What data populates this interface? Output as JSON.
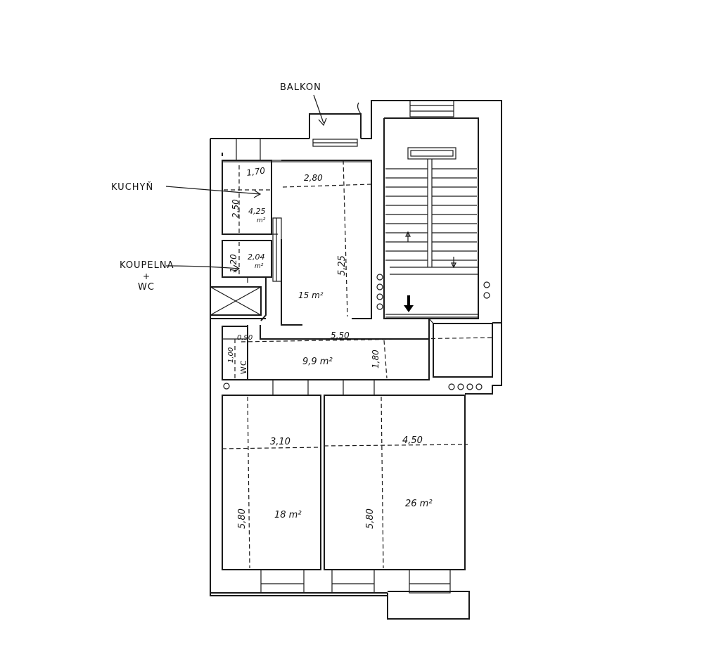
{
  "labels": {
    "balkon": "BALKON",
    "kuchyn": "KUCHYŇ",
    "koupelna": "KOUPELNA",
    "koupelna_plus": "+",
    "koupelna_wc": "WC",
    "wc_small": "WC"
  },
  "dimensions": {
    "kitchen_width": "1,70",
    "hall_top_width": "2,80",
    "kitchen_height": "2,50",
    "kitchen_area": "4,25",
    "kitchen_area_unit": "m²",
    "bath_height": "1,20",
    "bath_area": "2,04",
    "bath_area_unit": "m²",
    "big_room_height": "5,25",
    "big_room_area": "15 m²",
    "corridor_width": "5,50",
    "wc_width": "0,90",
    "wc_height": "1,00",
    "corridor_area": "9,9 m²",
    "corridor_height": "1,80",
    "room_left_width": "3,10",
    "room_right_width": "4,50",
    "room_left_height": "5,80",
    "room_left_area": "18 m²",
    "room_right_height": "5,80",
    "room_right_area": "26 m²"
  }
}
